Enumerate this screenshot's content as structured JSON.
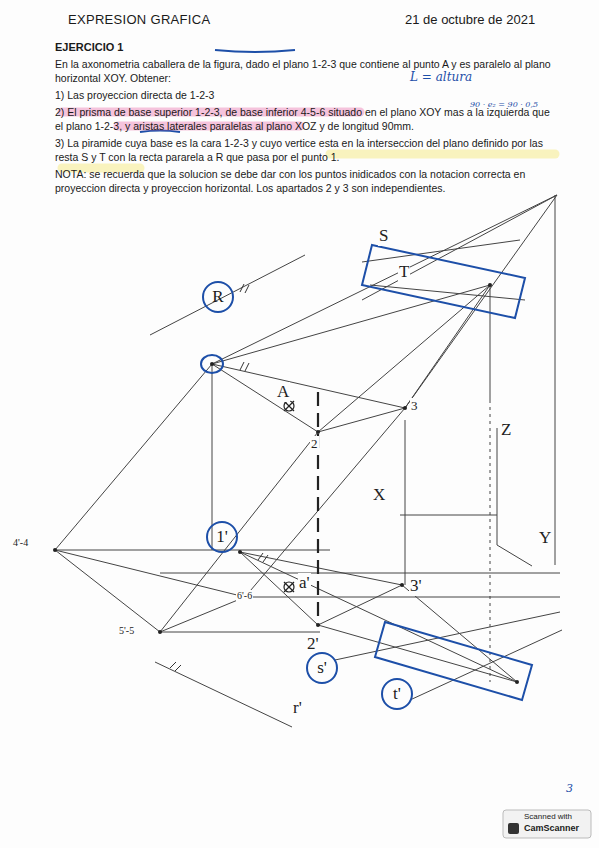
{
  "diagram": {
    "title": "EXPRESION GRAFICA",
    "nodes": [
      {
        "text": [
          "R"
        ]
      },
      {
        "text": [
          "1'"
        ]
      },
      {
        "text": [
          "s'"
        ]
      },
      {
        "text": [
          "t'"
        ]
      }
    ],
    "labels": [
      "21 de octubre de 2021",
      "EJERCICIO 1",
      "En la axonometria caballera de la figura, dado el plano 1-2-3 que contiene al punto A y es paralelo al plano horizontal XOY. Obtener:",
      "L = altura",
      "1) Las proyeccion directa de 1-2-3",
      "2) El prisma de base superior 1-2-3, de base inferior 4-5-6 situado en el plano XOY mas a la izquierda que el plano 1-2-3, y aristas laterales paralelas al plano XOZ y de longitud 90mm.",
      "90 · e₂ = 90 · 0,5",
      "3) La piramide cuya base es la cara 1-2-3 y cuyo vertice esta en la interseccion del plano definido por las resta S y T con la recta pararela a R que pasa por el punto 1.",
      "NOTA: se recuerda que la solucion se debe dar con los puntos inidicados con la notacion correcta en proyeccion directa y proyeccion horizontal. Los apartados 2 y 3 son independientes.",
      "S",
      "T",
      "Z",
      "X",
      "Y",
      "A",
      "3",
      "2",
      "4'-4",
      "6'-6",
      "5'-5",
      "a'",
      "3'",
      "2'",
      "r'",
      "3",
      "Scanned with",
      "CamScanner"
    ]
  }
}
